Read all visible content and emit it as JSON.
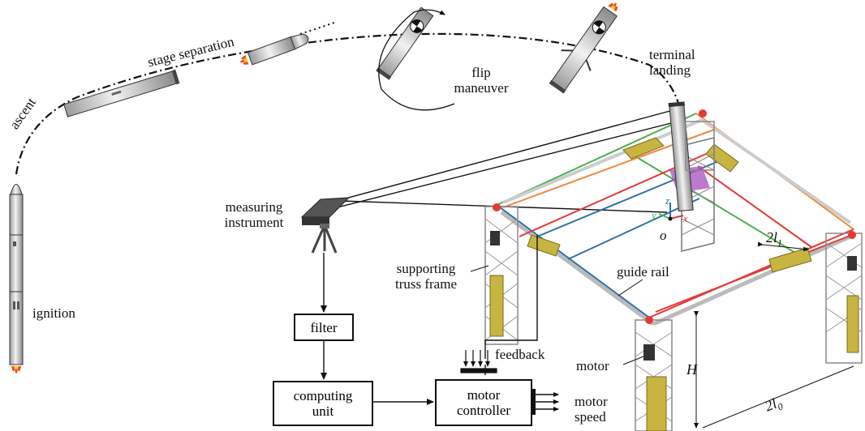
{
  "trajectory_labels": {
    "ascent": "ascent",
    "ignition": "ignition",
    "stage_separation": "stage separation",
    "flip_maneuver_line1": "flip",
    "flip_maneuver_line2": "maneuver",
    "terminal_landing_line1": "terminal",
    "terminal_landing_line2": "landing"
  },
  "system_labels": {
    "measuring_instrument_line1": "measuring",
    "measuring_instrument_line2": "instrument",
    "supporting_truss_line1": "supporting",
    "supporting_truss_line2": "truss frame",
    "guide_rail": "guide rail",
    "feedback": "feedback",
    "motor": "motor",
    "motor_speed_line1": "motor",
    "motor_speed_line2": "speed"
  },
  "blocks": {
    "filter": "filter",
    "computing_unit_line1": "computing",
    "computing_unit_line2": "unit",
    "motor_controller_line1": "motor",
    "motor_controller_line2": "controller"
  },
  "dimensions": {
    "height": "H",
    "half_width_inner": "2l",
    "inner_sub": "1",
    "half_width_outer": "2l",
    "outer_sub": "0"
  },
  "axes": {
    "origin": "o",
    "x": "x",
    "y": "y",
    "z": "z"
  },
  "colors": {
    "green": "#4caf50",
    "orange": "#f08a3c",
    "blue": "#2f6fa8",
    "red": "#e53935",
    "yellow_block": "#c8b440",
    "truss": "#777777",
    "rocket_body": "#d9d9d9"
  }
}
